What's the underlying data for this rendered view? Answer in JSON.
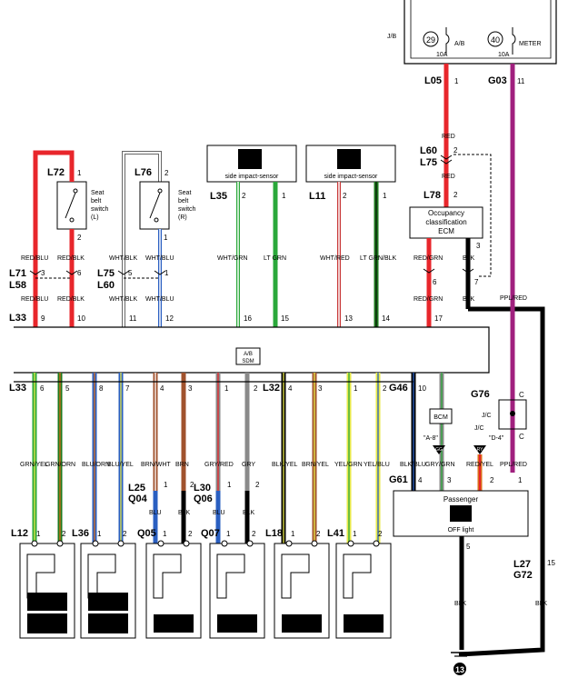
{
  "jb": {
    "label": "J/B",
    "fuse1": {
      "num": "29",
      "amp": "10A",
      "name": "A/B"
    },
    "fuse2": {
      "num": "40",
      "amp": "10A",
      "name": "METER"
    }
  },
  "top_conn": [
    {
      "code": "L05",
      "pin": "1"
    },
    {
      "code": "G03",
      "pin": "11"
    }
  ],
  "red_wire": {
    "label1": "RED",
    "label2": "RED",
    "c1a": "L60",
    "c1b": "L75",
    "c1pin": "2",
    "c2": "L78",
    "c2pin": "2"
  },
  "occupancy_ecm": {
    "line1": "Occupancy",
    "line2": "classification",
    "line3": "ECM",
    "pin3": "3",
    "pin6": "6",
    "pin7": "7",
    "w1": "RED/GRN",
    "w2": "BLK",
    "w3": "RED/GRN",
    "w4": "BLK"
  },
  "ppl_red": "PPL/RED",
  "seat_belt_l": {
    "code": "L72",
    "pin_top": "1",
    "pin_bot": "2",
    "label": [
      "Seat",
      "belt",
      "switch",
      "(L)"
    ]
  },
  "seat_belt_r": {
    "code": "L76",
    "pin_top": "2",
    "pin_bot": "1",
    "label": [
      "Seat",
      "belt",
      "switch",
      "(R)"
    ]
  },
  "sensor_l": {
    "code": "L35",
    "title": "side impact-sensor",
    "pin2": "2",
    "pin1": "1",
    "w1": "WHT/GRN",
    "w2": "LT GRN"
  },
  "sensor_r": {
    "code": "L11",
    "title": "side impact-sensor",
    "pin2": "2",
    "pin1": "1",
    "w1": "WHT/RED",
    "w2": "LT GRN/BLK"
  },
  "mid_wires": {
    "a": "RED/BLU",
    "b": "RED/BLK",
    "c": "WHT/BLK",
    "d": "WHT/BLU"
  },
  "conn_l71": {
    "a": "L71",
    "b": "L58",
    "p3": "3",
    "p6": "6"
  },
  "conn_l75": {
    "a": "L75",
    "b": "L60",
    "p5": "5",
    "p1": "1"
  },
  "l33_top": {
    "code": "L33",
    "pins": [
      "9",
      "10",
      "11",
      "12",
      "16",
      "15",
      "13",
      "14",
      "17"
    ]
  },
  "sdm": {
    "l1": "A/B",
    "l2": "SDM"
  },
  "l33_bot": {
    "code": "L33",
    "pins": [
      "6",
      "5",
      "8",
      "7"
    ]
  },
  "l33_pins_mid": [
    "4",
    "3",
    "1",
    "2"
  ],
  "l32": {
    "code": "L32",
    "pins": [
      "4",
      "3",
      "1",
      "2"
    ]
  },
  "g46": {
    "code": "G46",
    "pin": "10"
  },
  "g76": {
    "code": "G76",
    "pin_top": "C",
    "pin_bot": "C",
    "jc": "J/C"
  },
  "bcm": {
    "label": "BCM",
    "a": "\"A-8\"",
    "d": "\"D-4\"",
    "jc": "J/C",
    "b1": "GG",
    "b2": "RY"
  },
  "bot_wires": [
    "GRN/YEL",
    "GRN/ORN",
    "BLU/ORN",
    "BLU/YEL",
    "BRN/WHT",
    "BRN",
    "GRY/RED",
    "GRY",
    "BLK/YEL",
    "BRN/YEL",
    "YEL/GRN",
    "YEL/BLU",
    "BLK/BLU",
    "GRY/GRN",
    "RED/YEL",
    "PPL/RED"
  ],
  "g61": {
    "code": "G61",
    "pins": [
      "4",
      "3",
      "2",
      "1"
    ]
  },
  "l25": {
    "a": "L25",
    "b": "Q04",
    "p1": "1",
    "p2": "2",
    "w1": "BLU",
    "w2": "BLK"
  },
  "l30": {
    "a": "L30",
    "b": "Q06",
    "p1": "1",
    "p2": "2",
    "w1": "BLU",
    "w2": "BLK"
  },
  "passenger": {
    "l1": "Passenger",
    "l2": "OFF light",
    "pin": "5",
    "badge": "OFF"
  },
  "bottom_codes": [
    "L12",
    "L36",
    "Q05",
    "Q07",
    "L18",
    "L41"
  ],
  "pin_pair": [
    "1",
    "2"
  ],
  "l27": {
    "a": "L27",
    "b": "G72",
    "pin": "15"
  },
  "blk": "BLK",
  "ground": "13",
  "icons": [
    "seat-occupant-icon",
    "airbag-icon",
    "front-airbag-icon",
    "curtain-airbag-icon"
  ],
  "colors": {
    "red": "#e8262b",
    "purple": "#a0207e",
    "green": "#2aa83a",
    "dkgreen": "#1e7a1e",
    "blue": "#2a5fc1",
    "brown": "#a0522d",
    "orange": "#d96d1a",
    "gray": "#8a8a8a",
    "yellow": "#e7e84a",
    "black": "#000"
  }
}
